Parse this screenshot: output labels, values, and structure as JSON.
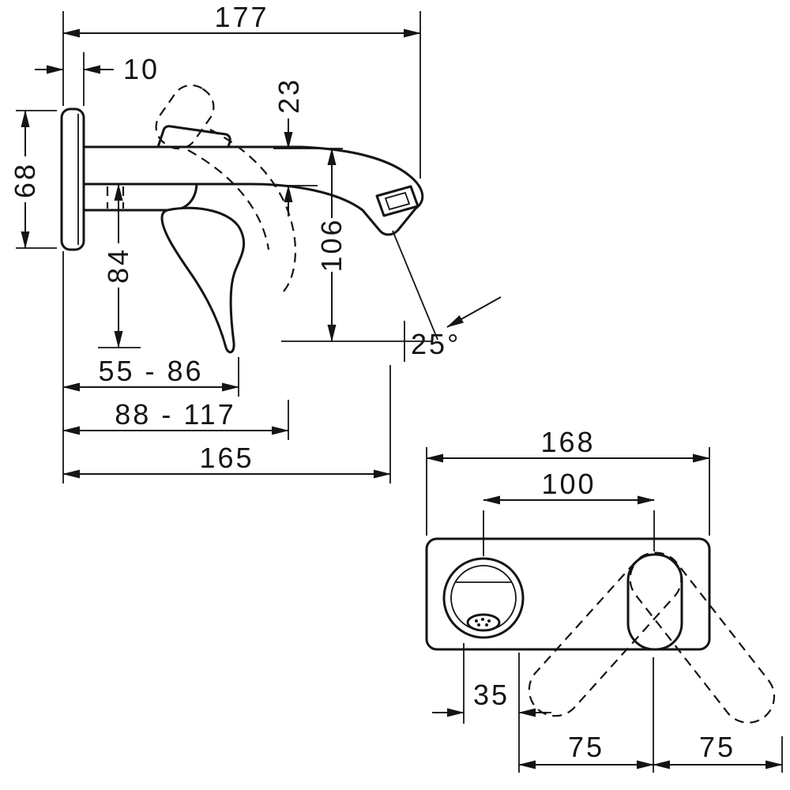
{
  "side": {
    "total_projection": "177",
    "plate_thickness": "10",
    "spout_height": "23",
    "plate_height": "68",
    "handle_height": "84",
    "outlet_height": "106",
    "reach_range_short": "55 - 86",
    "reach_range_long": "88 - 117",
    "total_reach": "165",
    "spout_angle": "25°"
  },
  "front": {
    "plate_width": "168",
    "spout_handle_centres": "100",
    "spout_centre_offset": "35",
    "swing_left": "75",
    "swing_right": "75"
  }
}
